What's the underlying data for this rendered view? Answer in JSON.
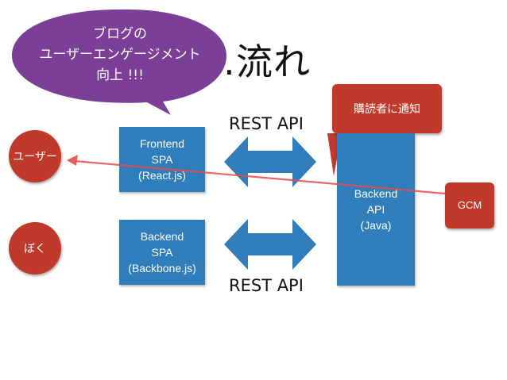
{
  "title": "…流れ",
  "bubble": {
    "lines": [
      "ブログの",
      "ユーザーエンゲージメント",
      "向上 !!!"
    ]
  },
  "notify": {
    "label": "購読者に通知"
  },
  "rest_top": "REST API",
  "rest_bottom": "REST API",
  "user": {
    "label": "ユーザー"
  },
  "boku": {
    "label": "ぼく"
  },
  "frontend": {
    "lines": [
      "Frontend",
      "SPA",
      "(React.js)"
    ]
  },
  "backend_spa": {
    "lines": [
      "Backend",
      "SPA",
      "(Backbone.js)"
    ]
  },
  "backend_api": {
    "lines": [
      "Backend",
      "API",
      "(Java)"
    ]
  },
  "gcm": {
    "label": "GCM"
  },
  "colors": {
    "red": "#c0392b",
    "blue": "#2f7dbb",
    "purple": "#7b3f97",
    "arrow_red": "#e74c4c"
  }
}
